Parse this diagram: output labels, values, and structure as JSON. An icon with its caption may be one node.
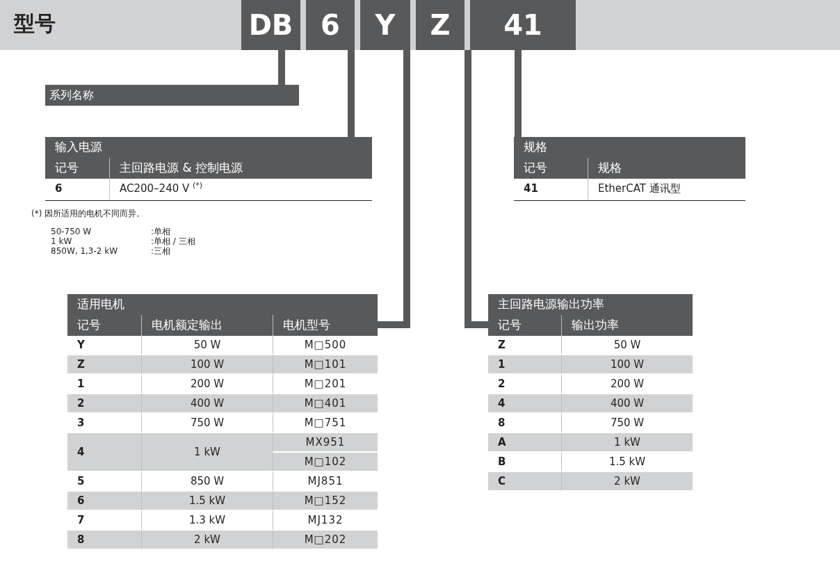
{
  "diagram": {
    "title": "型号",
    "nodes": [
      {
        "text": [
          "DB"
        ]
      },
      {
        "text": [
          "6"
        ]
      },
      {
        "text": [
          "Y"
        ]
      },
      {
        "text": [
          "Z"
        ]
      },
      {
        "text": [
          "41"
        ]
      },
      {
        "text": [
          "系列名称"
        ]
      },
      {
        "text": [
          "输入电源",
          "记号",
          "主回路电源 & 控制电源",
          "6",
          "AC200–240 V $^{(*)}$"
        ]
      },
      {
        "text": [
          "规格",
          "记号",
          "规格",
          "41",
          "EtherCAT 通讯型"
        ]
      },
      {
        "text": [
          "适用电机",
          "记号",
          "电机额定输出",
          "电机型号",
          "Y",
          "50 W",
          "M□500",
          "Z",
          "100 W",
          "M□101",
          "1",
          "200 W",
          "M□201",
          "2",
          "400 W",
          "M□401",
          "3",
          "750 W",
          "M□751",
          "4",
          "1 kW",
          "MX951",
          "M□102",
          "5",
          "850 W",
          "MJ851",
          "6",
          "1.5 kW",
          "M□152",
          "7",
          "1.3 kW",
          "MJ132",
          "8",
          "2 kW",
          "M□202"
        ]
      },
      {
        "text": [
          "主回路电源输出功率",
          "记号",
          "输出功率",
          "Z",
          "50 W",
          "1",
          "100 W",
          "2",
          "200 W",
          "4",
          "400 W",
          "8",
          "750 W",
          "A",
          "1 kW",
          "B",
          "1.5 kW",
          "C",
          "2 kW"
        ]
      }
    ],
    "edges": [
      {
        "from": 0,
        "to": 5,
        "arrow": "none"
      },
      {
        "from": 1,
        "to": 6,
        "arrow": "none"
      },
      {
        "from": 2,
        "to": 8,
        "arrow": "none"
      },
      {
        "from": 3,
        "to": 9,
        "arrow": "none"
      },
      {
        "from": 4,
        "to": 7,
        "arrow": "none"
      }
    ],
    "labels": [
      "(*) 因所适用的电机不同而异。",
      "50-750 W",
      ":单相",
      "1 kW",
      ":单相 / 三相",
      "850W, 1,3-2 kW",
      ":三相"
    ]
  }
}
